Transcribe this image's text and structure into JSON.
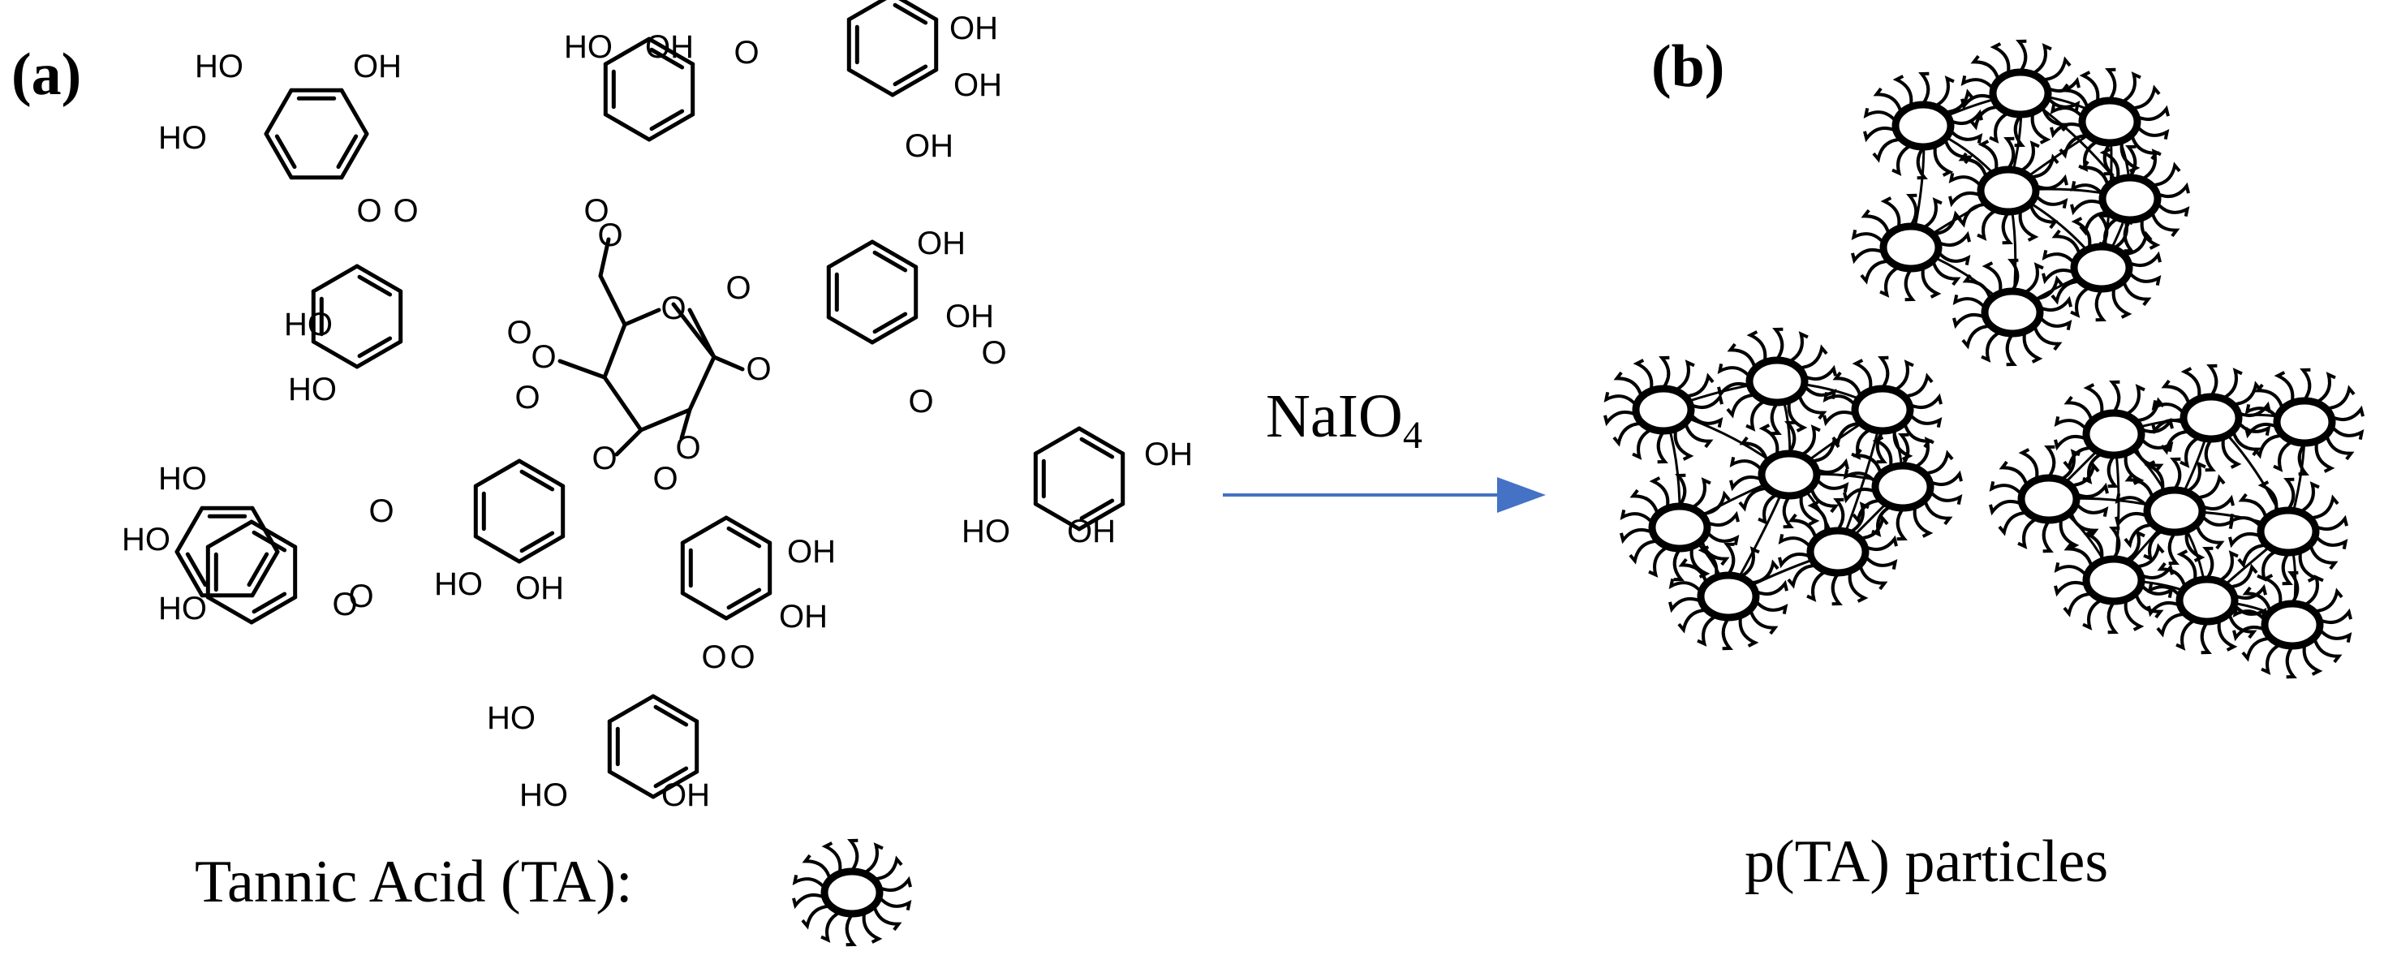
{
  "panels": {
    "a_label": "(a)",
    "b_label": "(b)"
  },
  "molecule": {
    "atoms": {
      "oh": "OH",
      "ho": "HO",
      "o": "O"
    }
  },
  "captions": {
    "tannic_acid": "Tannic Acid (TA):",
    "particles": "p(TA) particles"
  },
  "reaction": {
    "reagent_base": "NaIO",
    "reagent_subscript": "4"
  },
  "colors": {
    "arrow": "#4472C4",
    "ink": "#000000"
  },
  "icons": {
    "ta_unit": "hairy-sphere-icon"
  }
}
